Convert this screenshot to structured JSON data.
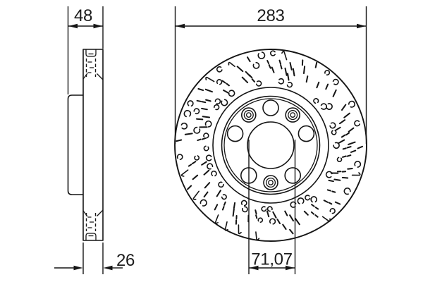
{
  "drawing": {
    "type": "brake-disc-technical-drawing",
    "dimensions": {
      "total_width": "48",
      "disc_thickness": "26",
      "outer_diameter": "283",
      "center_bore_diameter": "71,07"
    }
  }
}
